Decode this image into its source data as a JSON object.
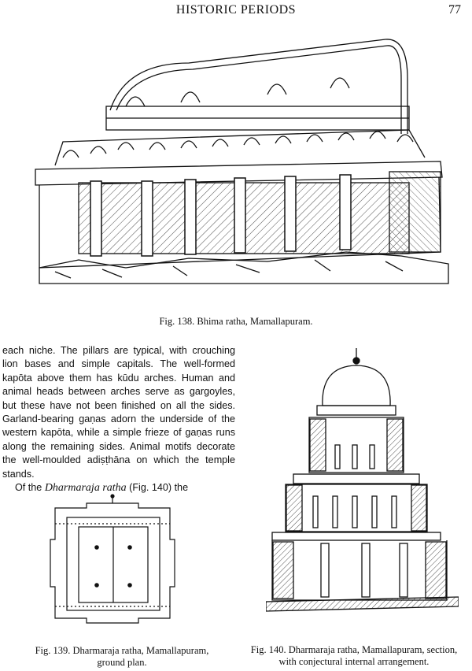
{
  "header": {
    "title": "HISTORIC PERIODS",
    "page_number": "77"
  },
  "figures": {
    "fig138": {
      "caption": "Fig. 138. Bhima ratha, Mamallapuram."
    },
    "fig139": {
      "caption_line1": "Fig. 139. Dharmaraja ratha, Mamallapuram,",
      "caption_line2": "ground plan."
    },
    "fig140": {
      "caption_line1": "Fig. 140. Dharmaraja ratha, Mamallapuram, section,",
      "caption_line2": "with conjectural internal arrangement."
    }
  },
  "body": {
    "paragraph1": "each niche. The pillars are typical, with crouching lion bases and simple capitals. The well-formed kapōta above them has kūdu arches. Human and animal heads between arches serve as gargoyles, but these have not been finished on all the sides. Garland-bearing gaṇas adorn the underside of the western kapōta, while a simple frieze of gaṇas runs along the remaining sides. Animal motifs decorate the well-moulded adiṣṭhāna on which the temple stands.",
    "paragraph2_start": "Of the",
    "paragraph2_italic": "Dharmaraja ratha",
    "paragraph2_end": "(Fig. 140) the"
  }
}
